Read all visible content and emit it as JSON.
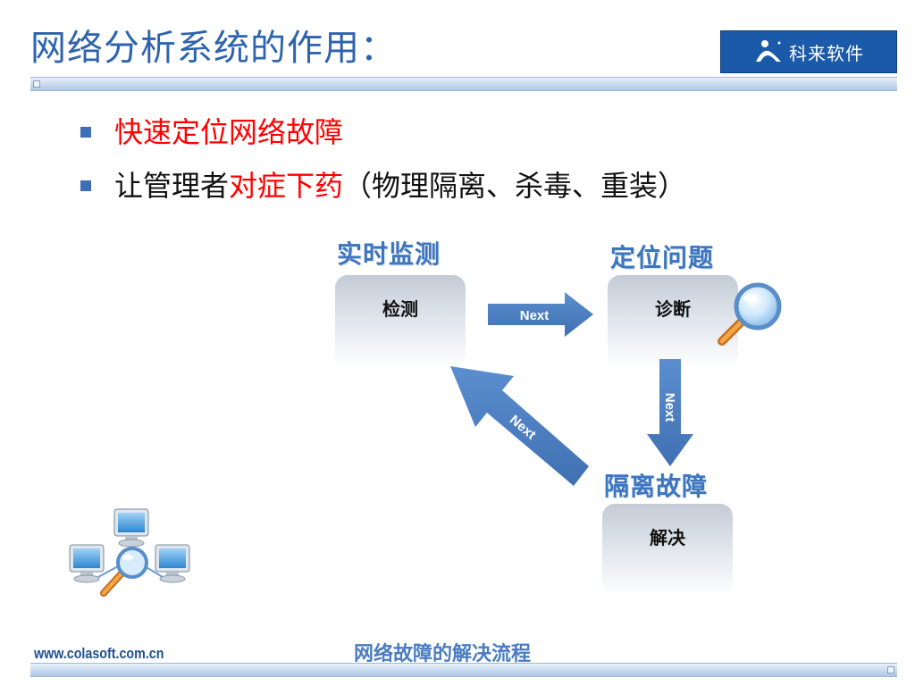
{
  "slide": {
    "title": "网络分析系统的作用：",
    "logo": {
      "text": "科来软件",
      "icon": "colasoft-logo-icon"
    },
    "bullets": [
      {
        "parts": [
          {
            "text": "快速定位网络故障",
            "color": "#ff0000"
          }
        ]
      },
      {
        "parts": [
          {
            "text": "让管理者",
            "color": "#111111"
          },
          {
            "text": "对症下药",
            "color": "#ff0000"
          },
          {
            "text": "（物理隔离、杀毒、重装）",
            "color": "#111111"
          }
        ]
      }
    ]
  },
  "diagram": {
    "stages": [
      {
        "label": "实时监测",
        "box": "检测"
      },
      {
        "label": "定位问题",
        "box": "诊断"
      },
      {
        "label": "隔离故障",
        "box": "解决"
      }
    ],
    "arrows": [
      {
        "label": "Next",
        "from": "检测",
        "to": "诊断"
      },
      {
        "label": "Next",
        "from": "诊断",
        "to": "解决"
      },
      {
        "label": "Next",
        "from": "解决",
        "to": "检测"
      }
    ],
    "icons": [
      "magnifier-icon",
      "network-computers-icon"
    ],
    "colors": {
      "accent": "#2e64ad",
      "arrow": "#4f82c3",
      "highlight": "#ff0000"
    }
  },
  "footer": {
    "url": "www.colasoft.com.cn",
    "caption": "网络故障的解决流程"
  }
}
